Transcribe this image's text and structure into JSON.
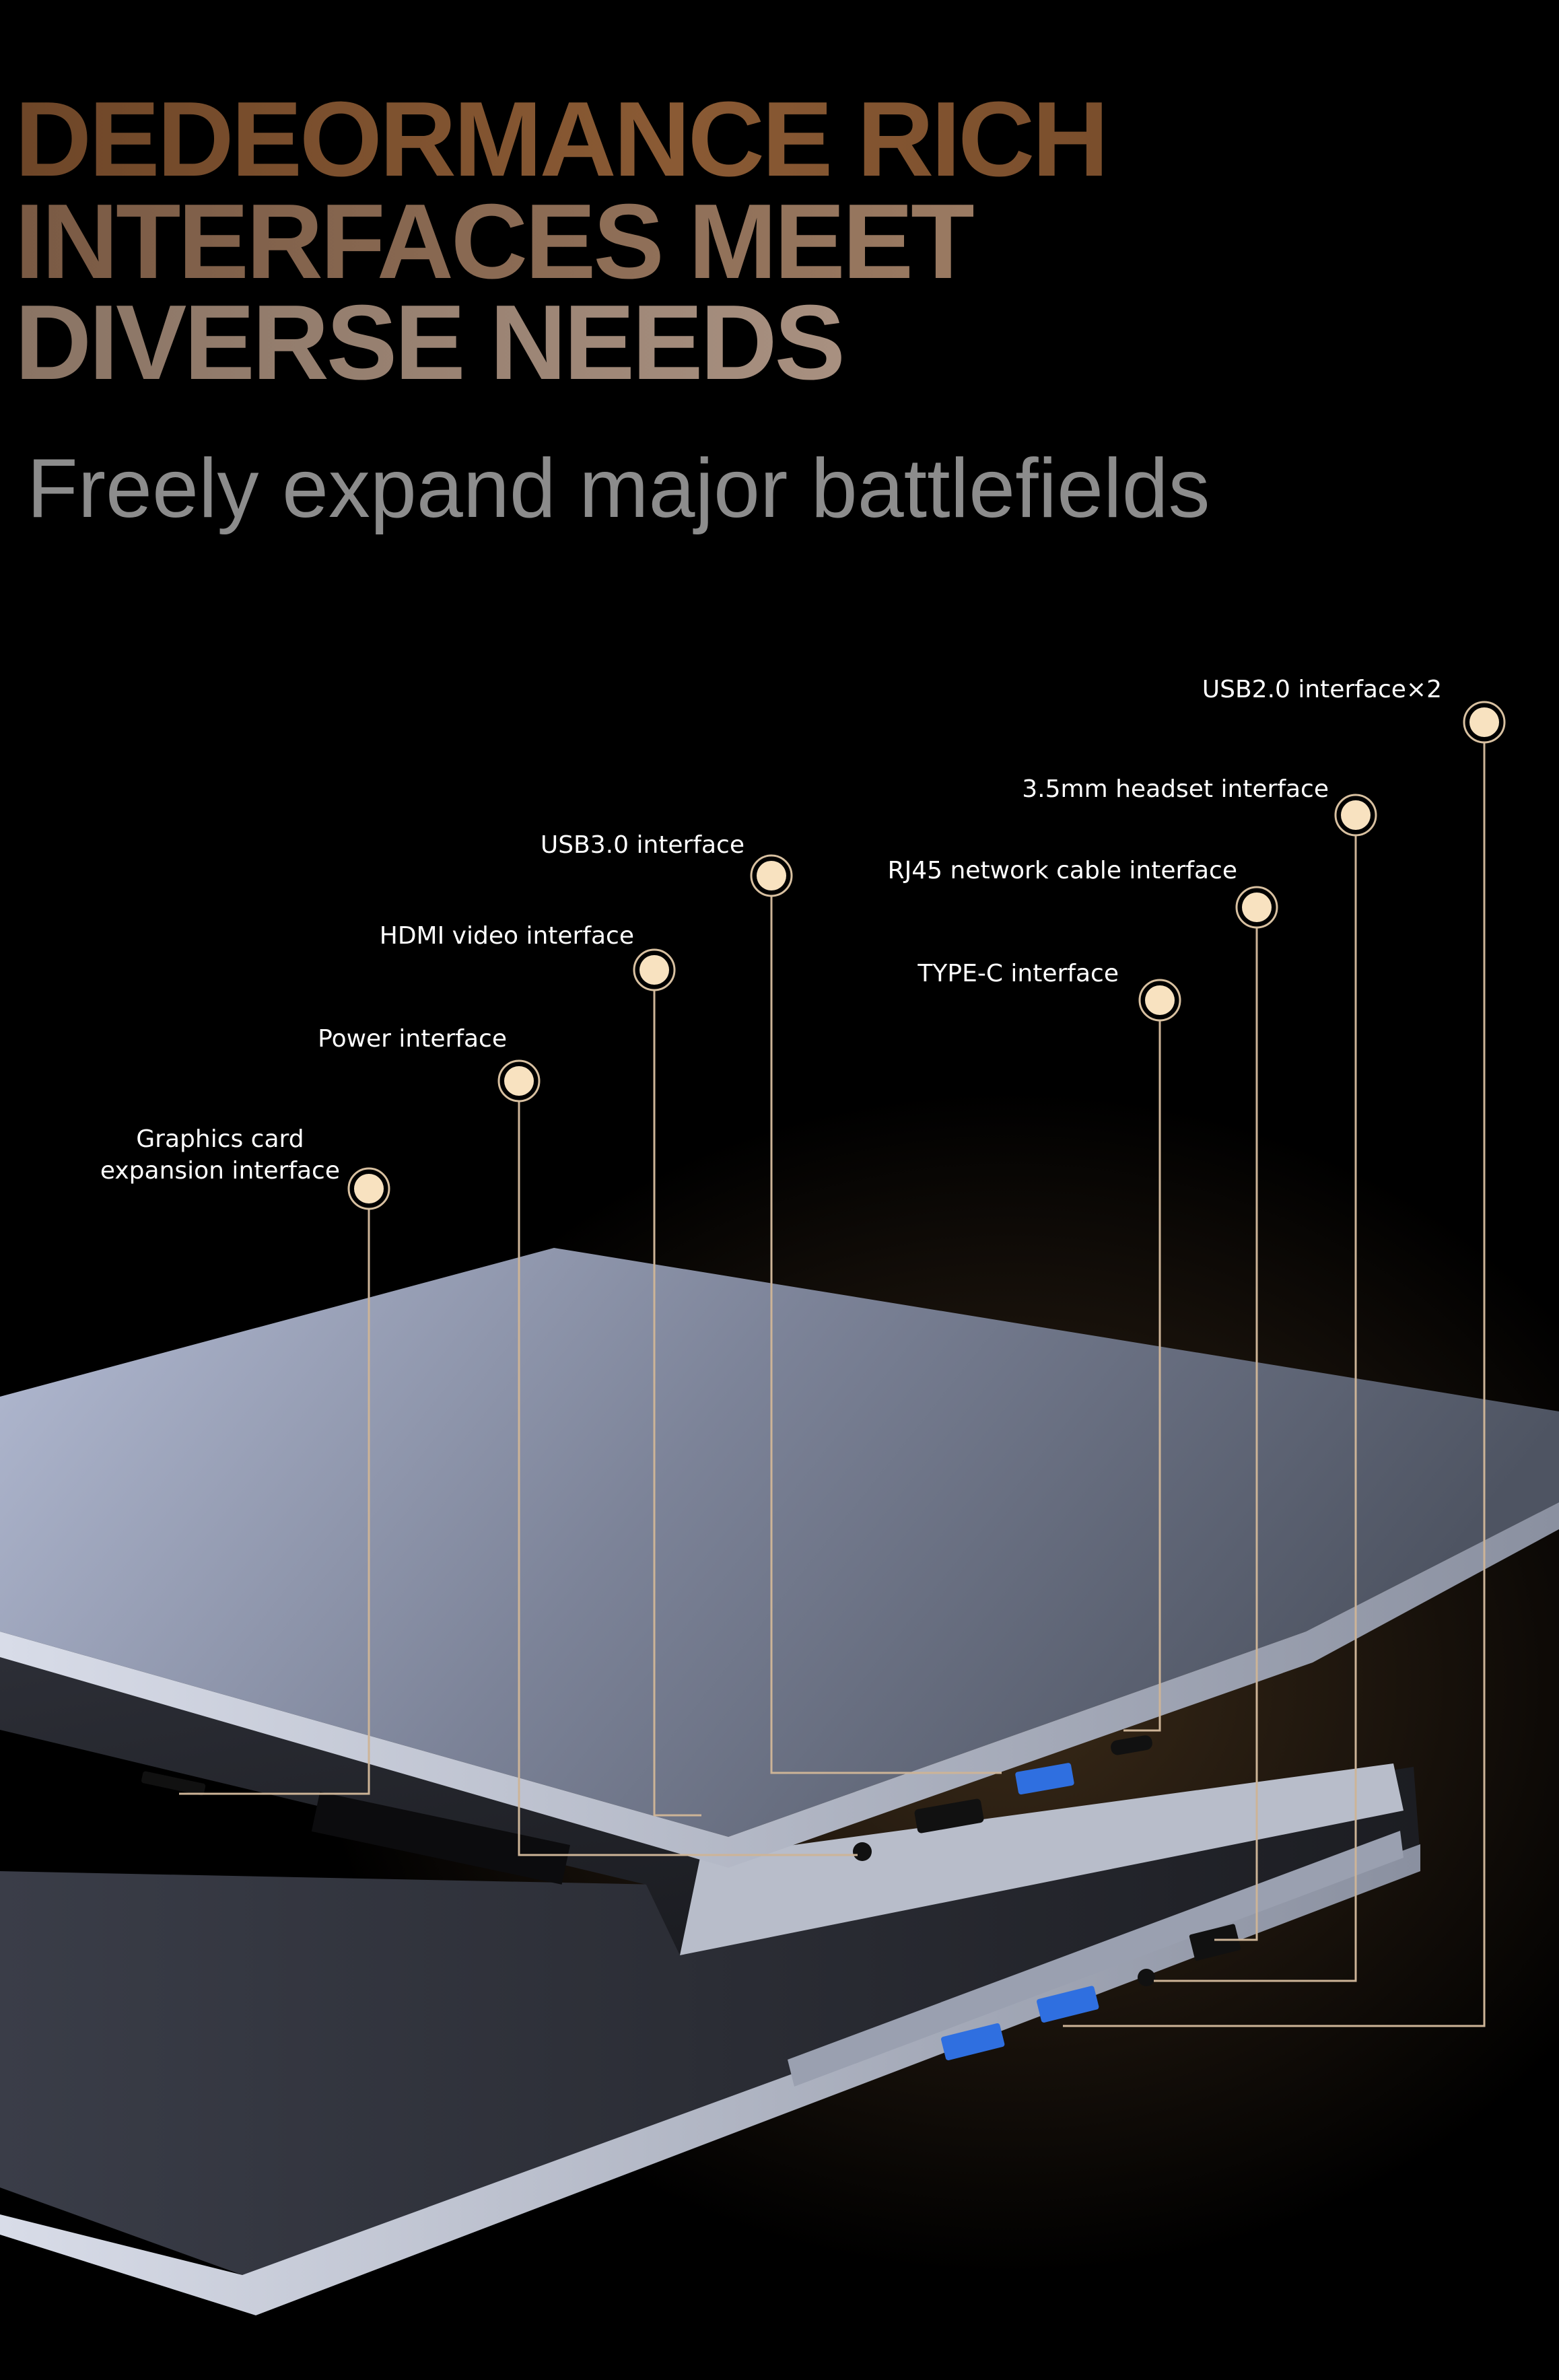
{
  "headline": {
    "line1": "DEDEORMANCE RICH",
    "line2": "INTERFACES MEET",
    "line3": "DIVERSE NEEDS"
  },
  "subtitle": "Freely expand major battlefields",
  "callouts": [
    {
      "id": "usb2",
      "label": "USB2.0 interface×2"
    },
    {
      "id": "headset",
      "label": "3.5mm headset interface"
    },
    {
      "id": "usb3",
      "label": "USB3.0 interface"
    },
    {
      "id": "rj45",
      "label": "RJ45 network cable interface"
    },
    {
      "id": "hdmi",
      "label": "HDMI video interface"
    },
    {
      "id": "typec",
      "label": "TYPE-C interface"
    },
    {
      "id": "power",
      "label": "Power interface"
    },
    {
      "id": "graphics",
      "label_line1": "Graphics card",
      "label_line2": "expansion interface"
    }
  ],
  "colors": {
    "accent_dot": "#f8e2c0",
    "leader_line": "#cdb497",
    "usb_blue": "#2f6fe0"
  }
}
